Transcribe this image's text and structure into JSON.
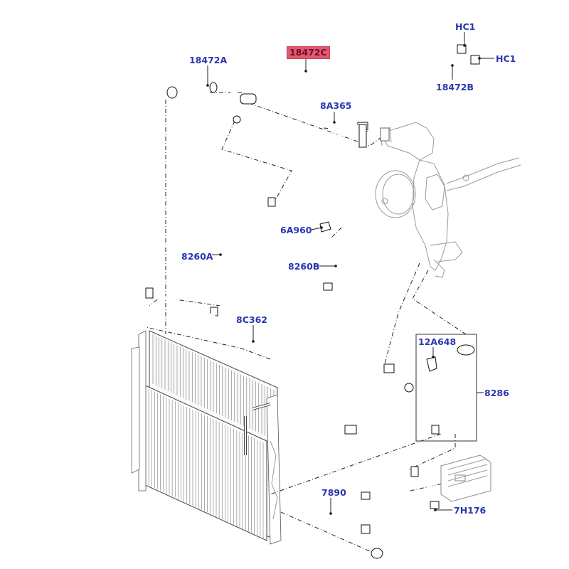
{
  "diagram": {
    "title": "Engine cooling hoses exploded parts view",
    "label_color": "#2a36b0",
    "highlight_color": "#e25a6c",
    "callouts": [
      {
        "id": "18472C",
        "label": "18472C",
        "highlighted": true
      },
      {
        "id": "18472A",
        "label": "18472A",
        "highlighted": false
      },
      {
        "id": "HC1-top",
        "label": "HC1",
        "highlighted": false
      },
      {
        "id": "HC1-right",
        "label": "HC1",
        "highlighted": false
      },
      {
        "id": "18472B",
        "label": "18472B",
        "highlighted": false
      },
      {
        "id": "8A365",
        "label": "8A365",
        "highlighted": false
      },
      {
        "id": "6A960",
        "label": "6A960",
        "highlighted": false
      },
      {
        "id": "8260A",
        "label": "8260A",
        "highlighted": false
      },
      {
        "id": "8260B",
        "label": "8260B",
        "highlighted": false
      },
      {
        "id": "8C362",
        "label": "8C362",
        "highlighted": false
      },
      {
        "id": "12A648",
        "label": "12A648",
        "highlighted": false
      },
      {
        "id": "8286",
        "label": "8286",
        "highlighted": false
      },
      {
        "id": "7890",
        "label": "7890",
        "highlighted": false
      },
      {
        "id": "7H176",
        "label": "7H176",
        "highlighted": false
      }
    ],
    "components": [
      "radiator",
      "water-pump-housing",
      "oil-cooler",
      "heater-hoses",
      "coolant-pipes"
    ]
  }
}
